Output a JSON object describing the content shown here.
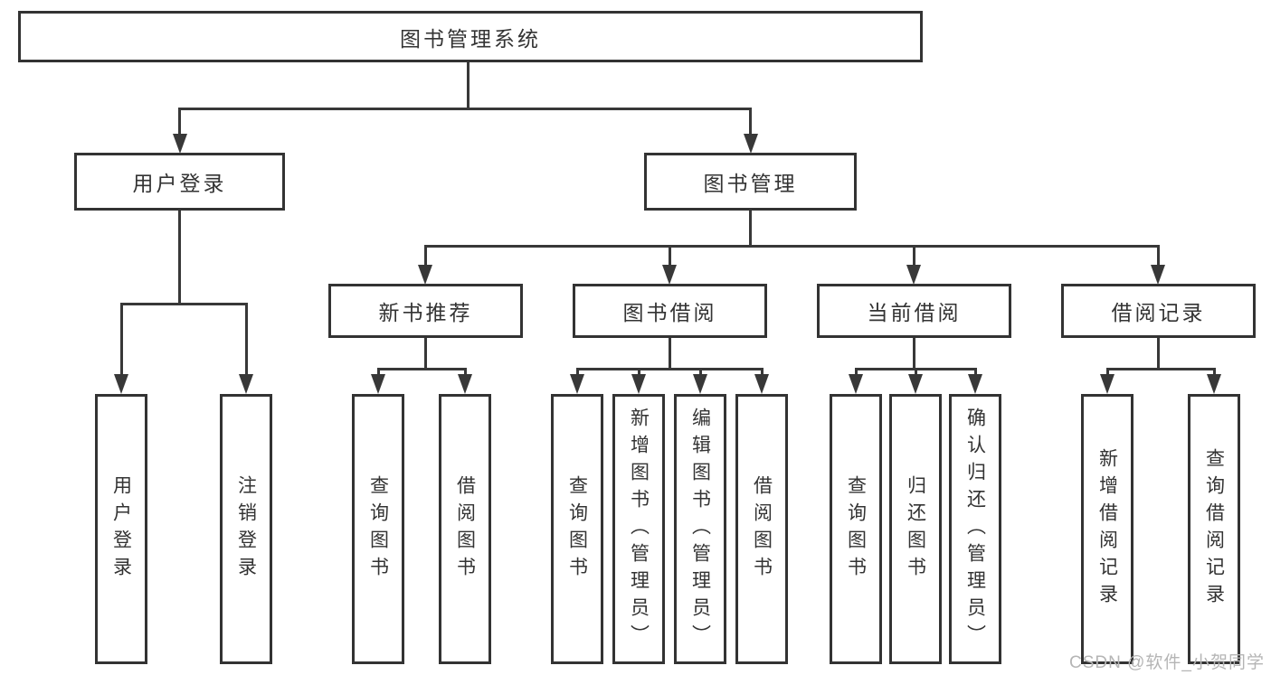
{
  "diagram": {
    "title": "图书管理系统",
    "nodes": {
      "root": {
        "label": "图书管理系统"
      },
      "user_login": {
        "label": "用户登录"
      },
      "book_mgmt": {
        "label": "图书管理"
      },
      "login": {
        "label": "用户登录"
      },
      "logout": {
        "label": "注销登录"
      },
      "new_book_rec": {
        "label": "新书推荐"
      },
      "book_borrow": {
        "label": "图书借阅"
      },
      "current_borrow": {
        "label": "当前借阅"
      },
      "borrow_records": {
        "label": "借阅记录"
      },
      "nbr_query": {
        "label": "查询图书"
      },
      "nbr_borrow": {
        "label": "借阅图书"
      },
      "bb_query": {
        "label": "查询图书"
      },
      "bb_add": {
        "label": "新增图书（管理员）"
      },
      "bb_edit": {
        "label": "编辑图书（管理员）"
      },
      "bb_borrow": {
        "label": "借阅图书"
      },
      "cb_query": {
        "label": "查询图书"
      },
      "cb_return": {
        "label": "归还图书"
      },
      "cb_confirm": {
        "label": "确认归还（管理员）"
      },
      "br_add": {
        "label": "新增借阅记录"
      },
      "br_query": {
        "label": "查询借阅记录"
      }
    },
    "hierarchy": {
      "图书管理系统": {
        "用户登录": [
          "用户登录",
          "注销登录"
        ],
        "图书管理": {
          "新书推荐": [
            "查询图书",
            "借阅图书"
          ],
          "图书借阅": [
            "查询图书",
            "新增图书（管理员）",
            "编辑图书（管理员）",
            "借阅图书"
          ],
          "当前借阅": [
            "查询图书",
            "归还图书",
            "确认归还（管理员）"
          ],
          "借阅记录": [
            "新增借阅记录",
            "查询借阅记录"
          ]
        }
      }
    },
    "colors": {
      "line": "#383838",
      "box_border": "#333333",
      "box_fill": "#ffffff",
      "text": "#333333",
      "watermark": "#b5b5b5"
    }
  },
  "watermark": {
    "text": "CSDN @软件_小贺同学"
  }
}
